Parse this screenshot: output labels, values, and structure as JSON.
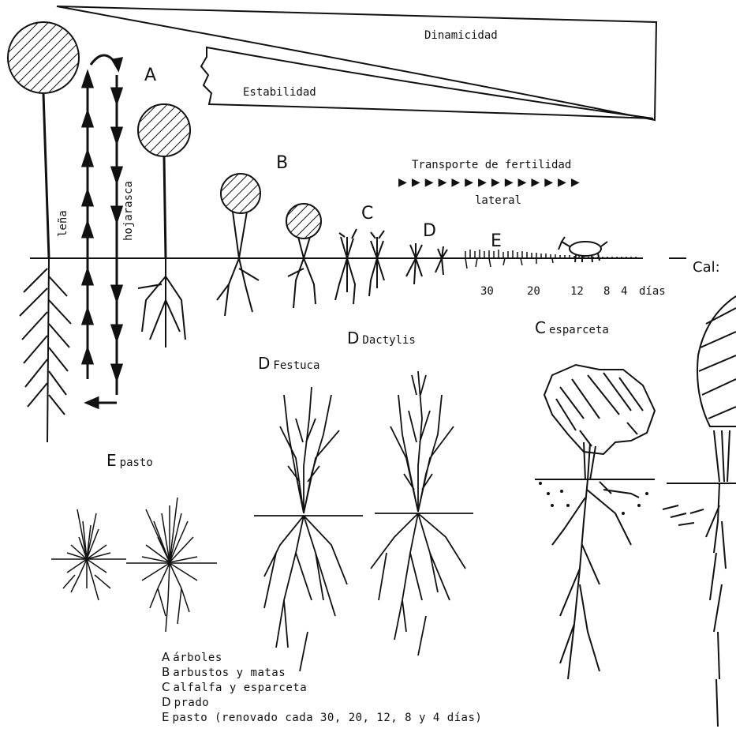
{
  "top": {
    "dynamism_label": "Dinamicidad",
    "stability_label": "Estabilidad",
    "transport_label_1": "Transporte de fertilidad",
    "transport_label_2": "lateral"
  },
  "groups": {
    "a": "A",
    "b": "B",
    "c": "C",
    "d": "D",
    "e": "E"
  },
  "tree_flow": {
    "left_label": "leña",
    "right_label": "hojarasca"
  },
  "grazing_days": [
    "30",
    "20",
    "12",
    "8",
    "4",
    "días"
  ],
  "cut_label": "Cal:",
  "details": {
    "esparceta": {
      "letter": "C",
      "name": "esparceta"
    },
    "dactylis": {
      "letter": "D",
      "name": "Dactylis"
    },
    "festuca": {
      "letter": "D",
      "name": "Festuca"
    },
    "pasto": {
      "letter": "E",
      "name": "pasto"
    }
  },
  "legend": [
    {
      "key": "A",
      "text": "árboles"
    },
    {
      "key": "B",
      "text": "arbustos y matas"
    },
    {
      "key": "C",
      "text": "alfalfa y esparceta"
    },
    {
      "key": "D",
      "text": "prado"
    },
    {
      "key": "E",
      "text": "pasto (renovado cada 30, 20, 12, 8 y 4 días)"
    }
  ]
}
